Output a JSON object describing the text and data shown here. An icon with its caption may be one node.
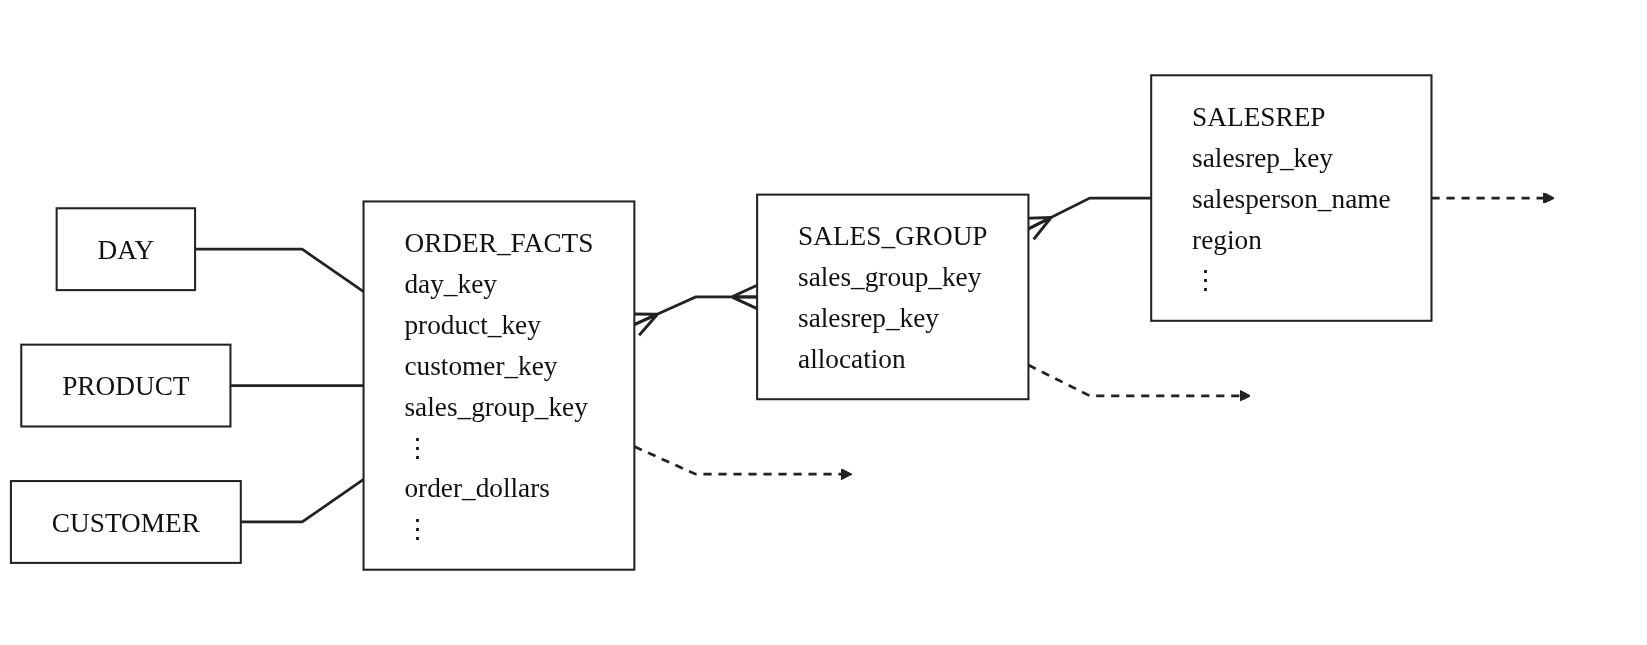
{
  "diagram": {
    "nodes": [
      {
        "text": [
          "DAY"
        ]
      },
      {
        "text": [
          "PRODUCT"
        ]
      },
      {
        "text": [
          "CUSTOMER"
        ]
      },
      {
        "text": [
          "ORDER_FACTS",
          "day_key product_key customer_key sales_group_key ⋮ order_dollars ⋮"
        ]
      },
      {
        "text": [
          "SALES_GROUP",
          "sales_group_key salesrep_key allocation"
        ]
      },
      {
        "text": [
          "SALESREP",
          "salesrep_key salesperson_name region ⋮"
        ]
      }
    ],
    "edges": [
      {
        "from": 0,
        "to": 3,
        "arrow": "none"
      },
      {
        "from": 1,
        "to": 3,
        "arrow": "none"
      },
      {
        "from": 2,
        "to": 3,
        "arrow": "none"
      },
      {
        "from": 3,
        "to": 4,
        "arrow": "other"
      },
      {
        "from": 4,
        "to": 5,
        "arrow": "other"
      },
      {
        "from": 3,
        "to": null,
        "arrow": "to",
        "style": "dashed"
      },
      {
        "from": 4,
        "to": null,
        "arrow": "to",
        "style": "dashed"
      },
      {
        "from": 5,
        "to": null,
        "arrow": "to",
        "style": "dashed"
      }
    ]
  }
}
